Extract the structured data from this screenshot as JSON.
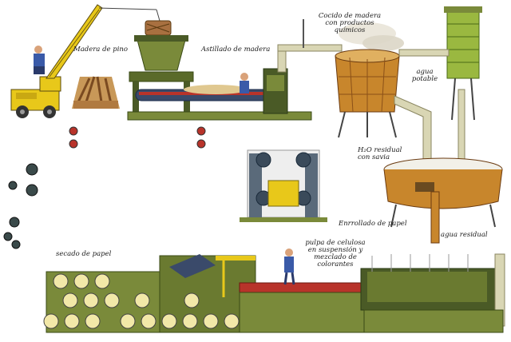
{
  "labels": {
    "pine_wood": "Madera de pino",
    "wood_chipping": "Astillado de madera",
    "wood_cooking": [
      "Cocido de madera",
      "con productos",
      "químicos"
    ],
    "drinking_water": [
      "agua",
      "potable"
    ],
    "residual_water_sap": [
      "H₂O residual",
      "con savia"
    ],
    "paper_rolling": "Enrrollado de papel",
    "waste_water": "agua residual",
    "paper_drying": "secado de papel",
    "cellulose_pulp": [
      "pulpa de celulosa",
      "en suspensión y",
      "mezclado de",
      "colorantes"
    ]
  },
  "colors": {
    "machine_green": "#7a8a3a",
    "dark_green": "#4a5a26",
    "pipe_cream": "#d9d6b4",
    "crane_yellow": "#e8c81a",
    "tank_orange": "#c8862c",
    "red_stripe": "#b8332a",
    "rail_blue": "#3a4a6a"
  }
}
